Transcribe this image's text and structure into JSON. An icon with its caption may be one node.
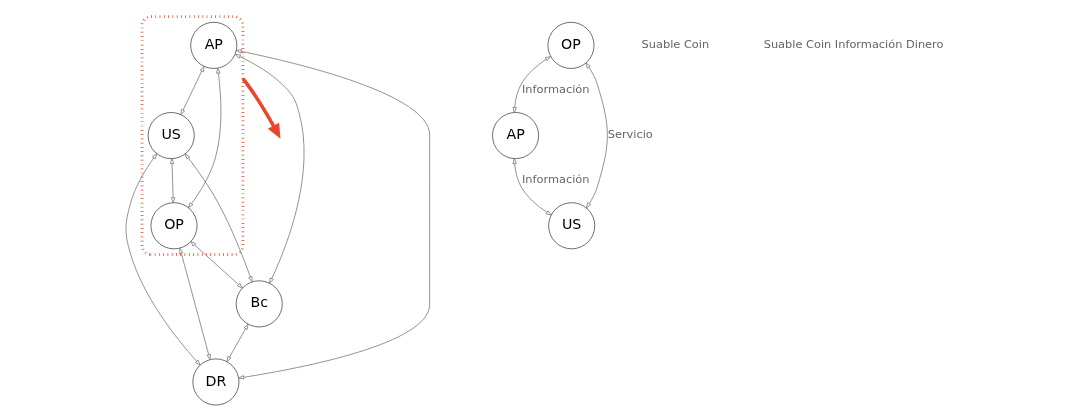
{
  "diagram": {
    "nodes": [
      {
        "text": [],
        "shape": "ellipse"
      },
      {
        "text": [
          "AP"
        ],
        "in": 0
      },
      {
        "text": [
          "US"
        ],
        "in": 0
      },
      {
        "text": [
          "OP"
        ],
        "in": 0
      },
      {
        "text": [
          "Bc"
        ]
      },
      {
        "text": [
          "DR"
        ]
      },
      {
        "text": [
          "AP"
        ]
      },
      {
        "text": [
          "US"
        ]
      },
      {
        "text": [
          "OP"
        ]
      }
    ],
    "edges": [
      {
        "from": 1,
        "to": 2,
        "arrow": "both"
      },
      {
        "from": 1,
        "to": 3,
        "arrow": "both"
      },
      {
        "from": 1,
        "to": 4,
        "arrow": "both"
      },
      {
        "from": 1,
        "to": 5,
        "arrow": "both"
      },
      {
        "from": 2,
        "to": 3,
        "arrow": "both"
      },
      {
        "from": 2,
        "to": 4,
        "arrow": "both"
      },
      {
        "from": 2,
        "to": 5,
        "arrow": "both"
      },
      {
        "from": 3,
        "to": 4,
        "arrow": "both"
      },
      {
        "from": 3,
        "to": 5,
        "arrow": "both"
      },
      {
        "from": 4,
        "to": 5,
        "arrow": "both"
      },
      {
        "from": 0,
        "to": null,
        "arrow": "to",
        "style": "thick",
        "color": "#e8472a"
      },
      {
        "from": 6,
        "to": 7,
        "arrow": "both",
        "label": "Información"
      },
      {
        "from": 8,
        "to": 6,
        "arrow": "both",
        "label": "Información"
      },
      {
        "from": 8,
        "to": 7,
        "arrow": "both",
        "label": "Servicio"
      }
    ],
    "labels": [
      "Suable Coin",
      "Suable Coin Información Dinero"
    ]
  }
}
